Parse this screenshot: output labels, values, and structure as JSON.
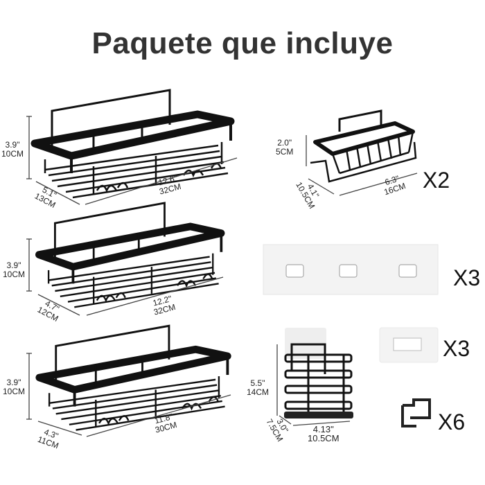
{
  "title": "Paquete que incluye",
  "baskets": [
    {
      "height_in": "3.9\"",
      "height_cm": "10CM",
      "depth_in": "5.1\"",
      "depth_cm": "13CM",
      "length_in": "12.6\"",
      "length_cm": "32CM"
    },
    {
      "height_in": "3.9\"",
      "height_cm": "10CM",
      "depth_in": "4.7\"",
      "depth_cm": "12CM",
      "length_in": "12.2\"",
      "length_cm": "32CM"
    },
    {
      "height_in": "3.9\"",
      "height_cm": "10CM",
      "depth_in": "4.3\"",
      "depth_cm": "11CM",
      "length_in": "11.8\"",
      "length_cm": "30CM"
    }
  ],
  "soap_dish": {
    "height_in": "2.0\"",
    "height_cm": "5CM",
    "depth_in": "4.1\"",
    "depth_cm": "10.5CM",
    "length_in": "6.3\"",
    "length_cm": "16CM",
    "qty": "X2"
  },
  "adhesive_strip": {
    "qty": "X3"
  },
  "adhesive_pad": {
    "qty": "X3"
  },
  "holder": {
    "height_in": "5.5\"",
    "height_cm": "14CM",
    "depth_in": "3.0\"",
    "depth_cm": "7.5CM",
    "width_in": "4.13\"",
    "width_cm": "10.5CM"
  },
  "hook": {
    "qty": "X6"
  }
}
